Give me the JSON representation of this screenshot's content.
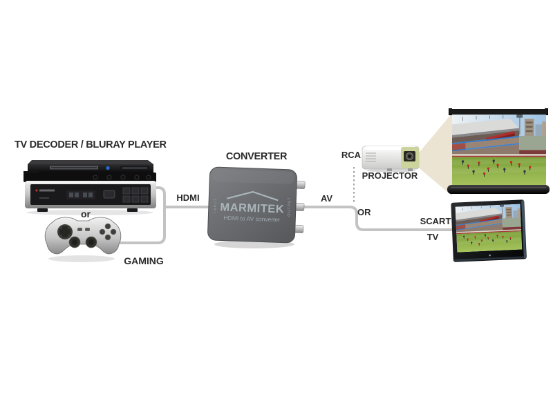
{
  "colors": {
    "background": "#ffffff",
    "label_text": "#2b2b2b",
    "cable_line": "#c3c3c3",
    "dotted_line": "#a0a0a0",
    "converter_body": "#6b6e71",
    "converter_text": "#a9b5bb",
    "projector_beam": "#ece4d3"
  },
  "labels": {
    "source_title": "TV DECODER / BLURAY PLAYER",
    "or_source": "or",
    "gaming": "GAMING",
    "converter_title": "CONVERTER",
    "projector": "PROJECTOR",
    "cable_hdmi": "HDMI",
    "cable_av": "AV",
    "port_rca": "RCA",
    "branch_or": "OR",
    "port_scart": "SCART",
    "sink_tv": "TV"
  },
  "converter_device": {
    "brand": "MARMITEK",
    "product": "HDMI to AV converter",
    "input_label": "INPUT",
    "output_label": "OUTPUT"
  },
  "diagram": {
    "nodes": [
      {
        "id": "tv-decoder-bluray-player",
        "label": "TV DECODER / BLURAY PLAYER"
      },
      {
        "id": "gaming-controller",
        "label": "GAMING"
      },
      {
        "id": "converter",
        "label": "CONVERTER"
      },
      {
        "id": "projector",
        "label": "PROJECTOR"
      },
      {
        "id": "projection-screen",
        "label": ""
      },
      {
        "id": "tv",
        "label": "TV"
      }
    ],
    "connections": [
      {
        "from": "tv-decoder-bluray-player",
        "alt_from": "gaming-controller",
        "to": "converter",
        "cable": "HDMI",
        "style": "solid"
      },
      {
        "from": "converter",
        "to": "projector",
        "cable": "AV",
        "port": "RCA",
        "style": "dotted"
      },
      {
        "from": "converter",
        "to": "tv",
        "cable": "AV",
        "port": "SCART / TV",
        "style": "solid",
        "branch_label": "OR"
      }
    ]
  }
}
